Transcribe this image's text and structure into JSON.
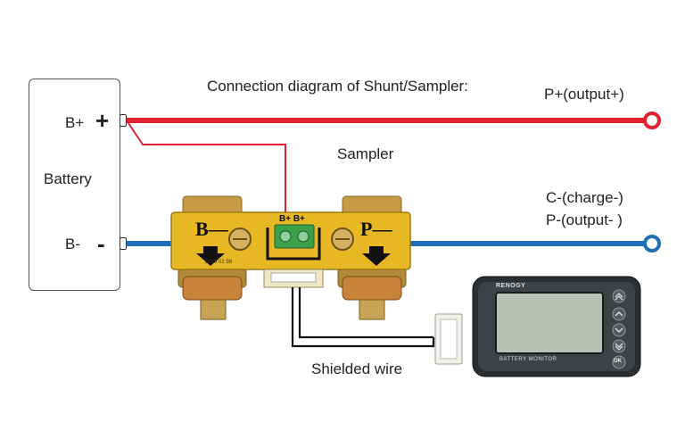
{
  "diagram": {
    "title": "Connection diagram of Shunt/Sampler:",
    "battery": {
      "label": "Battery",
      "pos_label": "B+",
      "pos_sign": "+",
      "neg_label": "B-",
      "neg_sign": "-"
    },
    "sampler_label": "Sampler",
    "outputs": {
      "positive": "P+(output+)",
      "charge": "C-(charge-)",
      "negative": "P-(output- )"
    },
    "shunt": {
      "left_mark": "B—",
      "right_mark": "P—",
      "terminal_text": "B+ B+",
      "date_code": "2019 02 98"
    },
    "wire_label": "Shielded wire",
    "monitor": {
      "brand": "RENOGY",
      "caption": "BATTERY MONITOR",
      "ok_label": "OK"
    },
    "colors": {
      "positive_wire": "#e02130",
      "negative_wire": "#1f6fb8",
      "shunt_board": "#e8b824",
      "brass": "#b08a3a",
      "monitor_frame": "#2b2f33",
      "lcd": "#b9c0b5"
    },
    "icons": [
      "up-arrow-icon",
      "down-arrow-icon",
      "double-chevron-up-icon",
      "chevron-up-icon",
      "chevron-down-icon",
      "double-chevron-down-icon",
      "screw-icon",
      "arrow-down-icon"
    ]
  }
}
